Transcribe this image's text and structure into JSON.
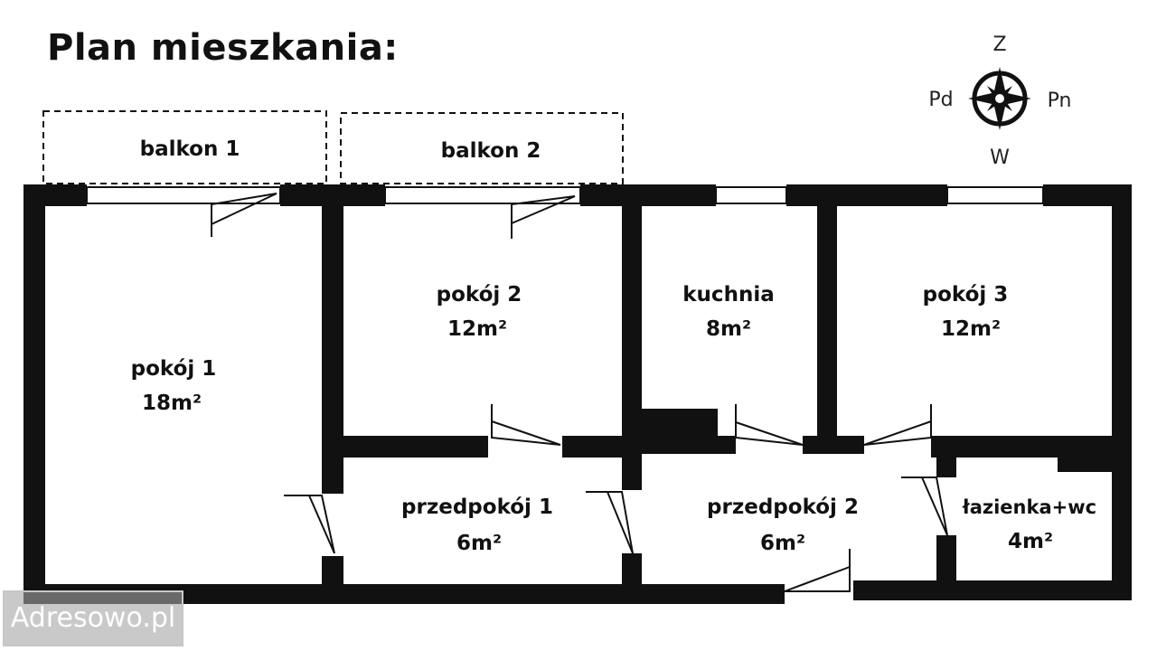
{
  "title": "Plan mieszkania:",
  "compass": {
    "north": "Z",
    "south": "W",
    "west": "Pd",
    "east": "Pn"
  },
  "balconies": [
    {
      "name": "balkon 1"
    },
    {
      "name": "balkon 2"
    }
  ],
  "rooms": [
    {
      "name": "pokój 1",
      "area": "18m²"
    },
    {
      "name": "pokój 2",
      "area": "12m²"
    },
    {
      "name": "kuchnia",
      "area": "8m²"
    },
    {
      "name": "pokój 3",
      "area": "12m²"
    },
    {
      "name": "przedpokój 1",
      "area": "6m²"
    },
    {
      "name": "przedpokój 2",
      "area": "6m²"
    },
    {
      "name": "łazienka+wc",
      "area": "4m²"
    }
  ],
  "watermark": "Adresowo.pl"
}
